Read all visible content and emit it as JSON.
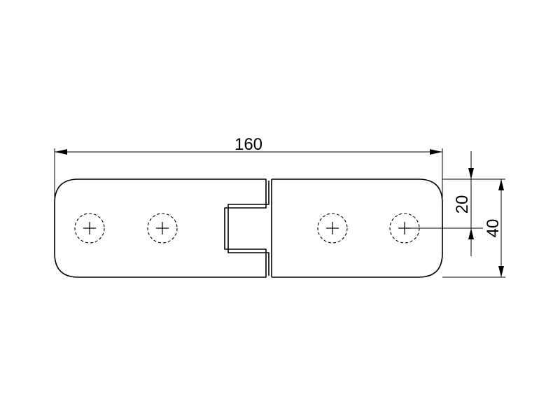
{
  "dimensions": {
    "overall_length": "160",
    "hole_offset": "20",
    "overall_width": "40"
  }
}
